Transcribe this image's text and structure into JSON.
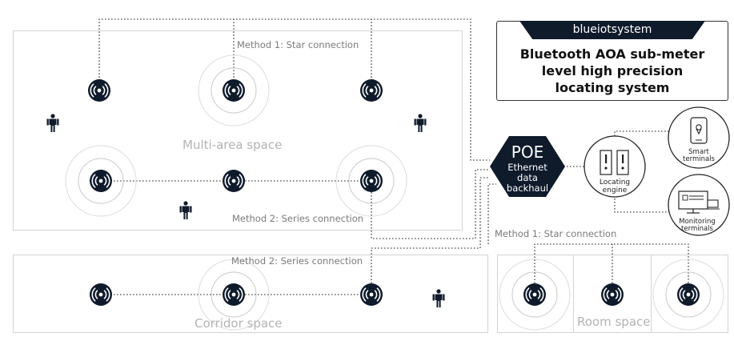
{
  "brand": "blueiotsystem",
  "title_lines": [
    "Bluetooth AOA sub-meter",
    "level high precision",
    "locating system"
  ],
  "labels": {
    "method1_top": "Method 1: Star connection",
    "method2_top": "Method 2: Series connection",
    "method2_corridor": "Method 2: Series connection",
    "method1_room": "Method 1: Star connection",
    "multi_area": "Multi-area space",
    "corridor": "Corridor space",
    "room": "Room space"
  },
  "poe": {
    "title": "POE",
    "line1": "Ethernet",
    "line2": "data",
    "line3": "backhaul"
  },
  "engine": {
    "line1": "Locating",
    "line2": "engine"
  },
  "smart": {
    "line1": "Smart",
    "line2": "terminals"
  },
  "monitor": {
    "line1": "Monitoring",
    "line2": "terminals"
  },
  "colors": {
    "node": "#0f1a2b",
    "ring": "#d0d0d0",
    "line": "#222222",
    "border": "#cfcfcf",
    "muted": "#b3b3b3"
  }
}
